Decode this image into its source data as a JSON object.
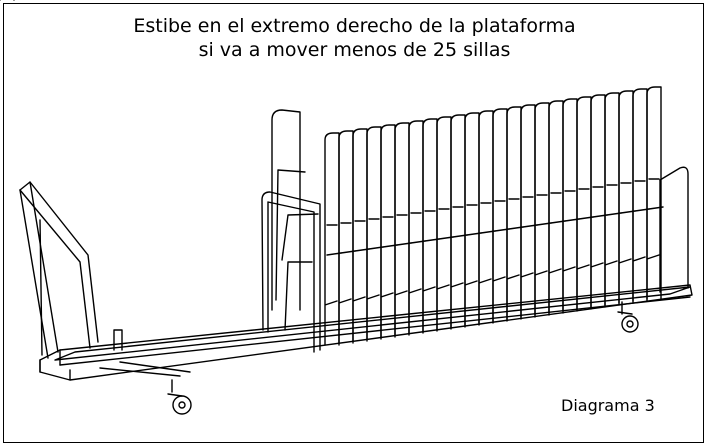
{
  "caption": {
    "line1": "Estibe en el extremo derecho de la plataforma",
    "line2": "si va a mover menos de 25 sillas"
  },
  "diagram_label": "Diagrama 3",
  "colors": {
    "ink": "#000000",
    "background": "#ffffff"
  }
}
